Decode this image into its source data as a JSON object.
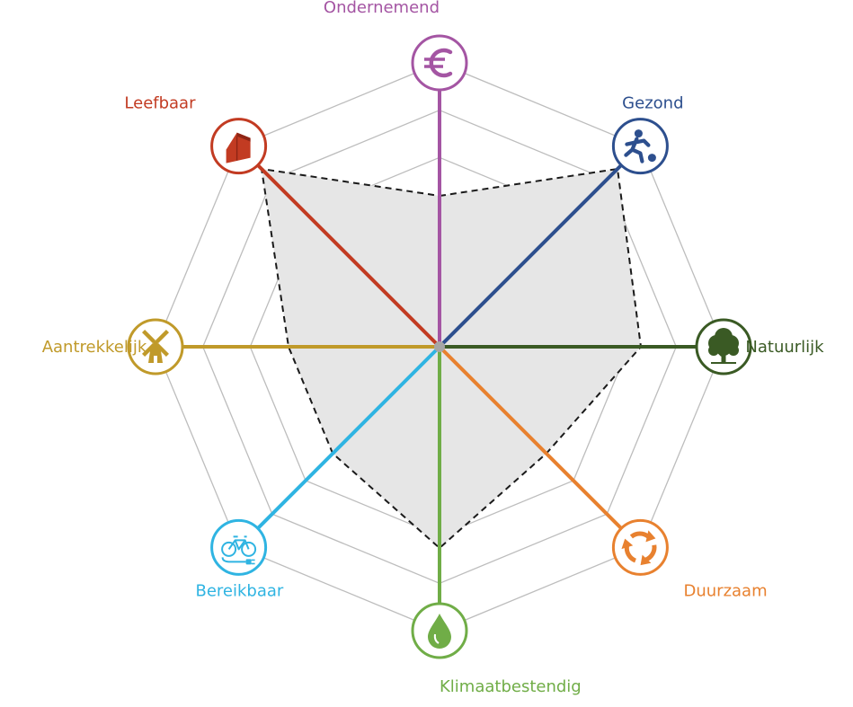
{
  "chart_data": {
    "type": "radar",
    "title": "",
    "axes": [
      {
        "key": "ondernemend",
        "label": "Ondernemend",
        "color": "#A455A3",
        "icon": "euro-icon"
      },
      {
        "key": "gezond",
        "label": "Gezond",
        "color": "#2D4F8E",
        "icon": "football-player-icon"
      },
      {
        "key": "natuurlijk",
        "label": "Natuurlijk",
        "color": "#3A5A24",
        "icon": "tree-icon"
      },
      {
        "key": "duurzaam",
        "label": "Duurzaam",
        "color": "#E8812F",
        "icon": "recycle-icon"
      },
      {
        "key": "klimaatbestendig",
        "label": "Klimaatbestendig",
        "color": "#70AD47",
        "icon": "water-drop-icon"
      },
      {
        "key": "bereikbaar",
        "label": "Bereikbaar",
        "color": "#2FB4E2",
        "icon": "electric-bicycle-icon"
      },
      {
        "key": "aantrekkelijk",
        "label": "Aantrekkelijk",
        "color": "#C09A2A",
        "icon": "windmill-icon"
      },
      {
        "key": "leefbaar",
        "label": "Leefbaar",
        "color": "#C23B22",
        "icon": "house-icon"
      }
    ],
    "series": [
      {
        "values": [
          3,
          5,
          4,
          3,
          4,
          3,
          3,
          5
        ]
      }
    ],
    "rmax": 5,
    "grid_rings": 6,
    "grid": true,
    "area_fill": "#E6E6E6",
    "outline_color": "#1a1a1a",
    "grid_color": "#BDBDBD",
    "center_color": "#A6A6A6"
  }
}
